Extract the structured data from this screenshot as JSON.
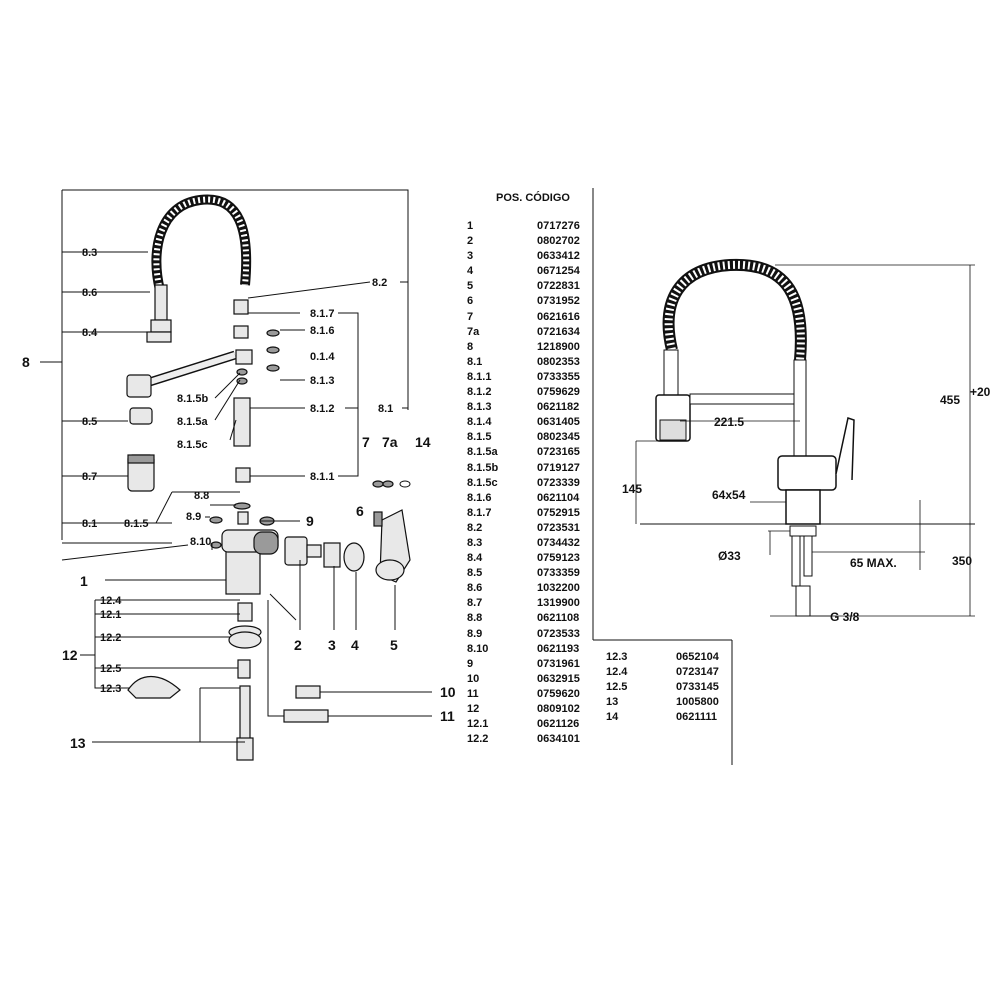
{
  "table": {
    "header": "POS. CÓDIGO",
    "main_rows": [
      {
        "pos": "1",
        "code": "0717276"
      },
      {
        "pos": "2",
        "code": "0802702"
      },
      {
        "pos": "3",
        "code": "0633412"
      },
      {
        "pos": "4",
        "code": "0671254"
      },
      {
        "pos": "5",
        "code": "0722831"
      },
      {
        "pos": "6",
        "code": "0731952"
      },
      {
        "pos": "7",
        "code": "0621616"
      },
      {
        "pos": "7a",
        "code": "0721634"
      },
      {
        "pos": "8",
        "code": "1218900"
      },
      {
        "pos": "8.1",
        "code": "0802353"
      },
      {
        "pos": "8.1.1",
        "code": "0733355"
      },
      {
        "pos": "8.1.2",
        "code": "0759629"
      },
      {
        "pos": "8.1.3",
        "code": "0621182"
      },
      {
        "pos": "8.1.4",
        "code": "0631405"
      },
      {
        "pos": "8.1.5",
        "code": "0802345"
      },
      {
        "pos": "8.1.5a",
        "code": "0723165"
      },
      {
        "pos": "8.1.5b",
        "code": "0719127"
      },
      {
        "pos": "8.1.5c",
        "code": "0723339"
      },
      {
        "pos": "8.1.6",
        "code": "0621104"
      },
      {
        "pos": "8.1.7",
        "code": "0752915"
      },
      {
        "pos": "8.2",
        "code": "0723531"
      },
      {
        "pos": "8.3",
        "code": "0734432"
      },
      {
        "pos": "8.4",
        "code": "0759123"
      },
      {
        "pos": "8.5",
        "code": "0733359"
      },
      {
        "pos": "8.6",
        "code": "1032200"
      },
      {
        "pos": "8.7",
        "code": "1319900"
      },
      {
        "pos": "8.8",
        "code": "0621108"
      },
      {
        "pos": "8.9",
        "code": "0723533"
      },
      {
        "pos": "8.10",
        "code": "0621193"
      },
      {
        "pos": "9",
        "code": "0731961"
      },
      {
        "pos": "10",
        "code": "0632915"
      },
      {
        "pos": "11",
        "code": "0759620"
      },
      {
        "pos": "12",
        "code": "0809102"
      },
      {
        "pos": "12.1",
        "code": "0621126"
      },
      {
        "pos": "12.2",
        "code": "0634101"
      }
    ],
    "extra_rows": [
      {
        "pos": "12.3",
        "code": "0652104"
      },
      {
        "pos": "12.4",
        "code": "0723147"
      },
      {
        "pos": "12.5",
        "code": "0733145"
      },
      {
        "pos": "13",
        "code": "1005800"
      },
      {
        "pos": "14",
        "code": "0621111"
      }
    ]
  },
  "callouts": {
    "c8": "8",
    "c83": "8.3",
    "c86": "8.6",
    "c84": "8.4",
    "c85": "8.5",
    "c87": "8.7",
    "c81_left": "8.1",
    "c815": "8.1.5",
    "c82": "8.2",
    "c817": "8.1.7",
    "c816": "8.1.6",
    "c014": "0.1.4",
    "c813": "8.1.3",
    "c815b": "8.1.5b",
    "c815a": "8.1.5a",
    "c815c": "8.1.5c",
    "c812": "8.1.2",
    "c81_right": "8.1",
    "c811": "8.1.1",
    "c88": "8.8",
    "c89": "8.9",
    "c810": "8.10",
    "c1": "1",
    "c2": "2",
    "c3": "3",
    "c4": "4",
    "c5": "5",
    "c6": "6",
    "c7": "7",
    "c7a": "7a",
    "c14": "14",
    "c9": "9",
    "c10": "10",
    "c11": "11",
    "c12": "12",
    "c124": "12.4",
    "c121": "12.1",
    "c122": "12.2",
    "c125": "12.5",
    "c123": "12.3",
    "c13": "13"
  },
  "dimensions": {
    "d455": "455",
    "d20": "+20",
    "d2215": "221.5",
    "d145": "145",
    "d64x54": "64x54",
    "dphi33": "Ø33",
    "d65": "65 MAX.",
    "d350": "350",
    "dg38": "G 3/8"
  }
}
